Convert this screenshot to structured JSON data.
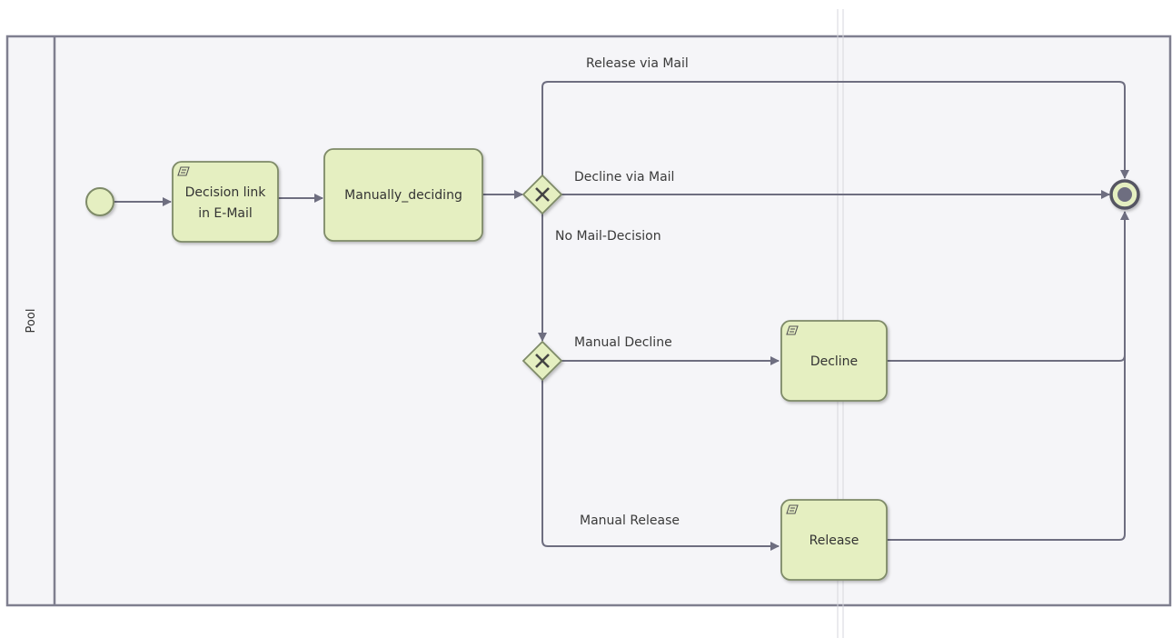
{
  "pool": {
    "label": "Pool"
  },
  "tasks": {
    "decision_link": {
      "line1": "Decision link",
      "line2": "in E-Mail",
      "icon": "script-icon"
    },
    "manually_deciding": {
      "label": "Manually_deciding"
    },
    "decline": {
      "label": "Decline",
      "icon": "script-icon"
    },
    "release": {
      "label": "Release",
      "icon": "script-icon"
    }
  },
  "flows": {
    "release_via_mail": "Release via Mail",
    "decline_via_mail": "Decline via Mail",
    "no_mail_decision": "No Mail-Decision",
    "manual_decline": "Manual Decline",
    "manual_release": "Manual Release"
  },
  "colors": {
    "task_fill": "#e5efc1",
    "task_stroke": "#7e8a68",
    "line": "#6e6e80",
    "pool_border": "#7f7f8f",
    "pool_fill": "#f5f5f8"
  }
}
